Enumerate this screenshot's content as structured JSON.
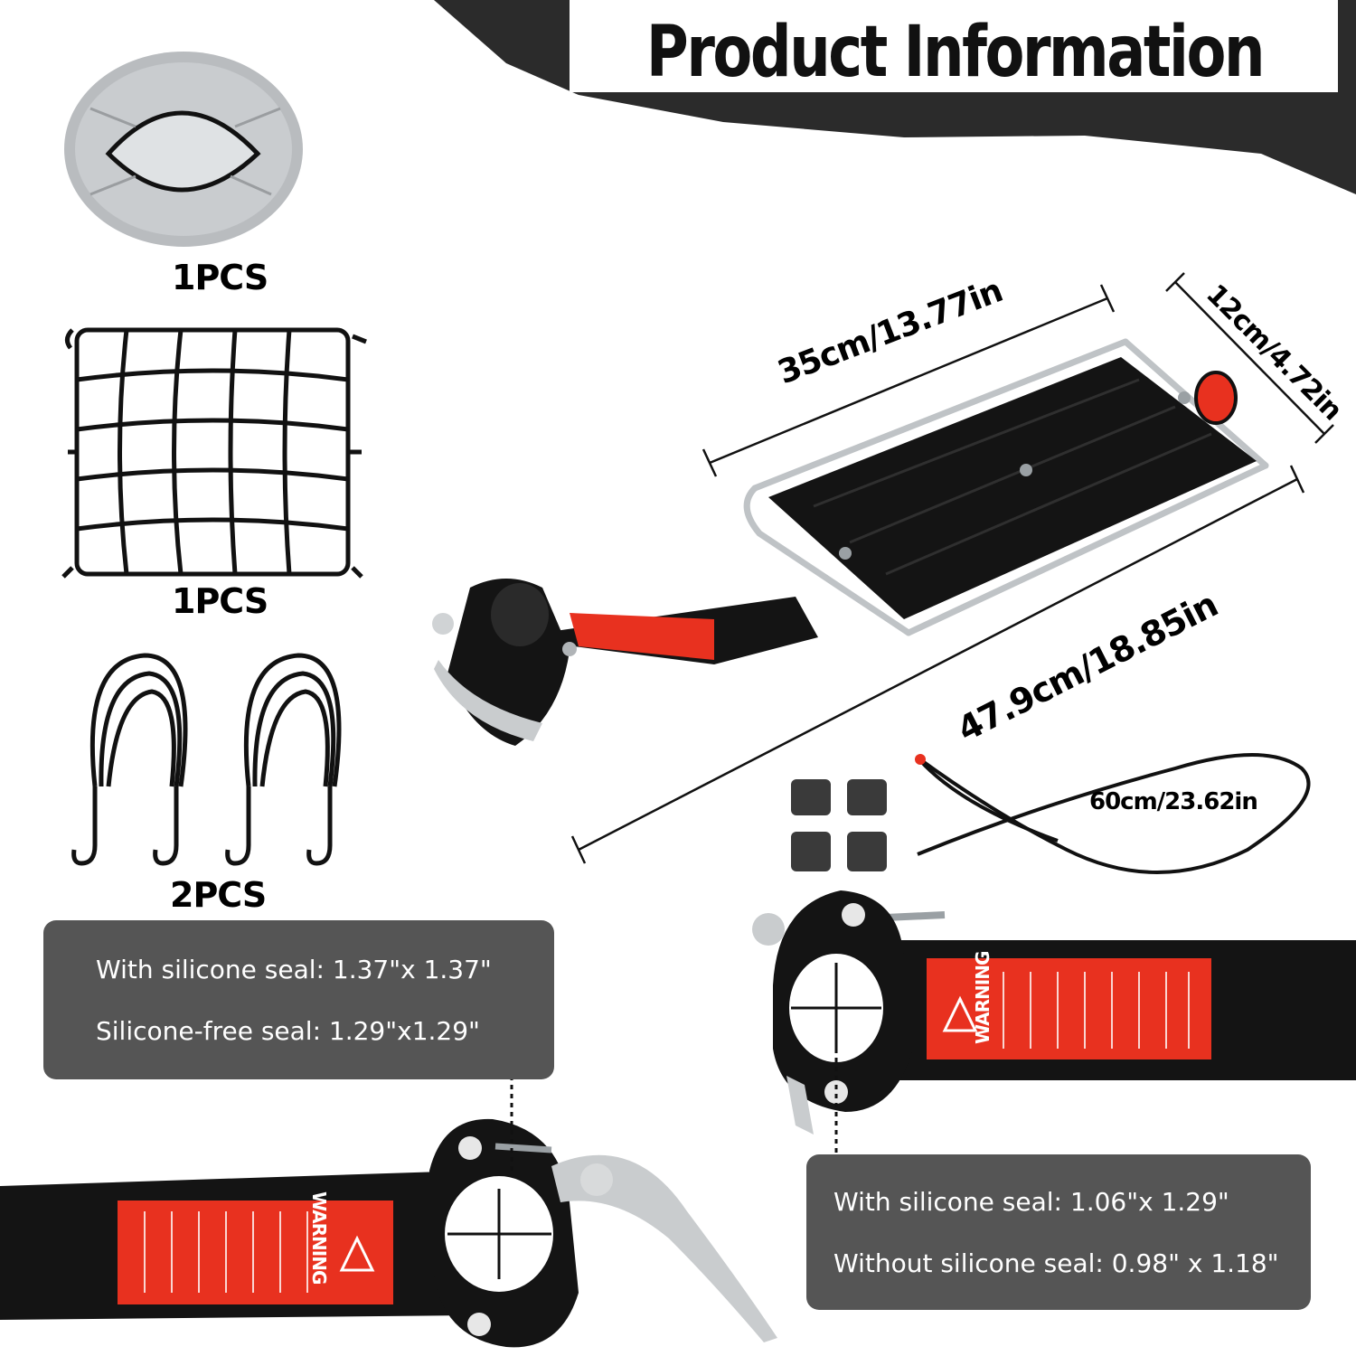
{
  "header": {
    "title": "Product Information"
  },
  "accessories": {
    "rain_cover": {
      "qty": "1PCS"
    },
    "cargo_net": {
      "qty": "1PCS"
    },
    "bungee_straps": {
      "qty": "2PCS"
    }
  },
  "dimensions": {
    "top_length": "35cm/13.77in",
    "width": "12cm/4.72in",
    "total_length": "47.9cm/18.85in",
    "cord_length": "60cm/23.62in"
  },
  "clamp_labels": {
    "warning": "WARNING"
  },
  "spec_left": {
    "line1": "With silicone seal: 1.37\"x 1.37\"",
    "line2": "Silicone-free seal: 1.29\"x1.29\""
  },
  "spec_right": {
    "line1": "With silicone seal: 1.06\"x 1.29\"",
    "line2": "Without silicone seal: 0.98\" x 1.18\""
  },
  "colors": {
    "header_band": "#2b2b2b",
    "spec_box": "#555555",
    "warning_red": "#e8311f"
  }
}
